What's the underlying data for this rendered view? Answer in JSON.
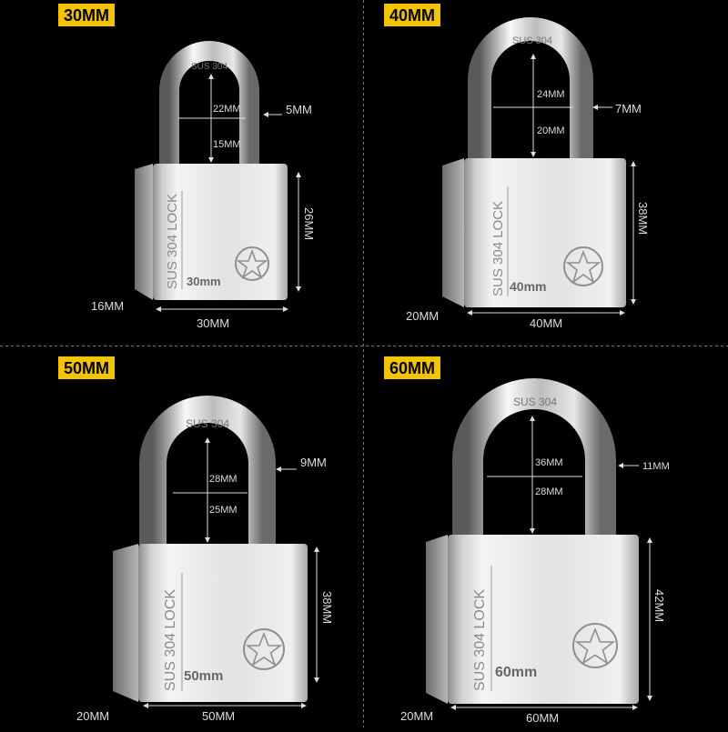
{
  "locks": [
    {
      "size_label": "30MM",
      "body_width": "30MM",
      "body_depth": "16MM",
      "body_height": "26MM",
      "shackle_outer_height": "22MM",
      "shackle_inner_height": "15MM",
      "shackle_diameter": "5MM",
      "vertical_text": "SUS 304 LOCK",
      "engraving": "30mm",
      "shackle_stamp": "SUS 304"
    },
    {
      "size_label": "40MM",
      "body_width": "40MM",
      "body_depth": "20MM",
      "body_height": "38MM",
      "shackle_outer_height": "24MM",
      "shackle_inner_height": "20MM",
      "shackle_diameter": "7MM",
      "vertical_text": "SUS 304 LOCK",
      "engraving": "40mm",
      "shackle_stamp": "SUS 304"
    },
    {
      "size_label": "50MM",
      "body_width": "50MM",
      "body_depth": "20MM",
      "body_height": "38MM",
      "shackle_outer_height": "28MM",
      "shackle_inner_height": "25MM",
      "shackle_diameter": "9MM",
      "vertical_text": "SUS 304 LOCK",
      "engraving": "50mm",
      "shackle_stamp": "SUS 304"
    },
    {
      "size_label": "60MM",
      "body_width": "60MM",
      "body_depth": "20MM",
      "body_height": "42MM",
      "shackle_outer_height": "36MM",
      "shackle_inner_height": "28MM",
      "shackle_diameter": "11MM",
      "vertical_text": "SUS 304 LOCK",
      "engraving": "60mm",
      "shackle_stamp": "SUS 304"
    }
  ],
  "colors": {
    "background": "#000000",
    "label_bg": "#f3c300",
    "steel_light": "#f2f2f2",
    "steel_dark": "#9a9a9a"
  },
  "icons": [
    "star-emblem-icon"
  ]
}
